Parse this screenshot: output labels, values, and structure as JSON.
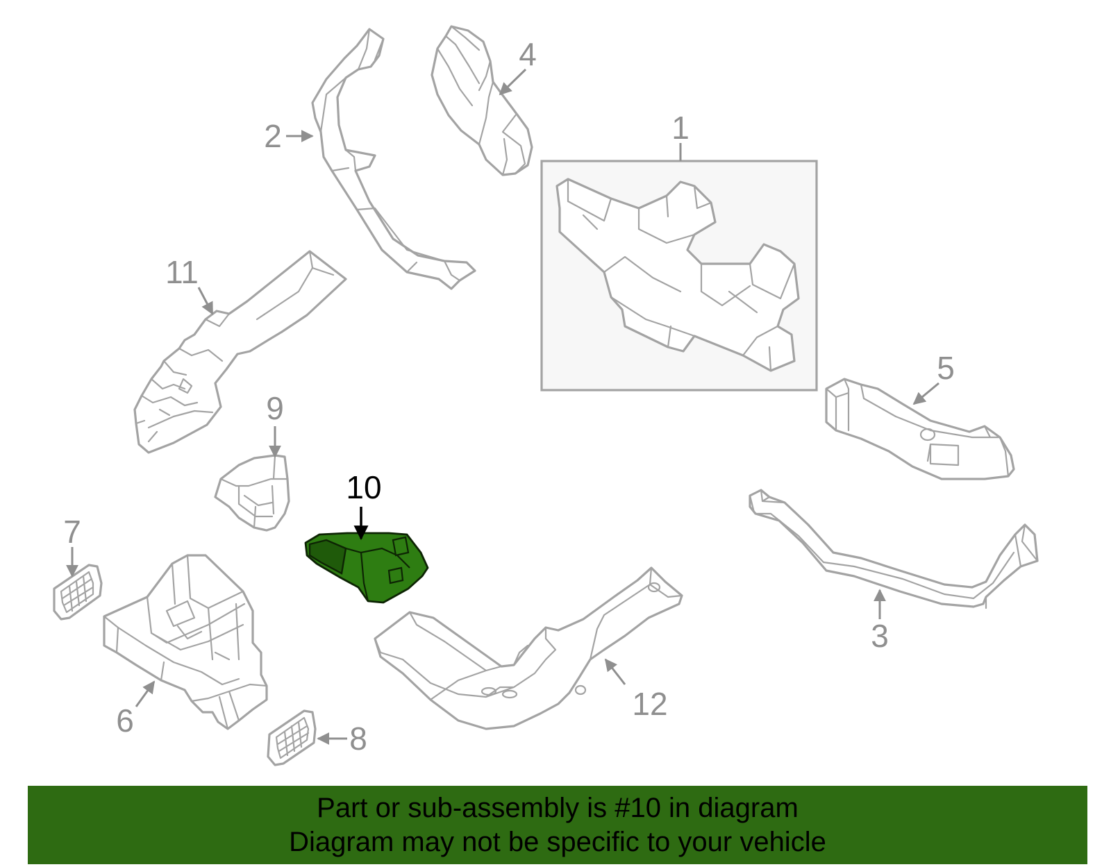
{
  "callouts": {
    "c1": "1",
    "c2": "2",
    "c3": "3",
    "c4": "4",
    "c5": "5",
    "c6": "6",
    "c7": "7",
    "c8": "8",
    "c9": "9",
    "c10": "10",
    "c11": "11",
    "c12": "12"
  },
  "selected_part": "10",
  "banner": {
    "line1": "Part or sub-assembly is #10 in diagram",
    "line2": "Diagram may not be specific to your vehicle"
  },
  "colors": {
    "highlight_fill": "#2e7d12",
    "banner_bg": "#2e6b12",
    "part_stroke": "#a3a3a3",
    "inset_bg": "#f7f7f7"
  }
}
